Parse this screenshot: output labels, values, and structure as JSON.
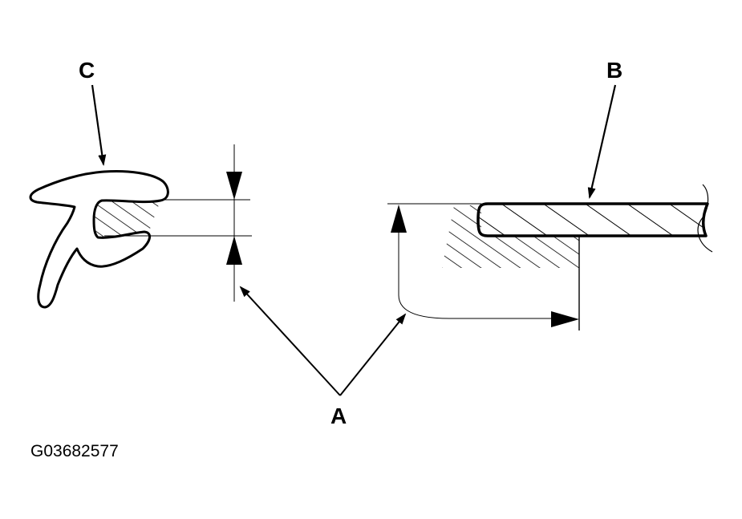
{
  "labels": {
    "a": "A",
    "b": "B",
    "c": "C"
  },
  "figure_id": "G03682577"
}
